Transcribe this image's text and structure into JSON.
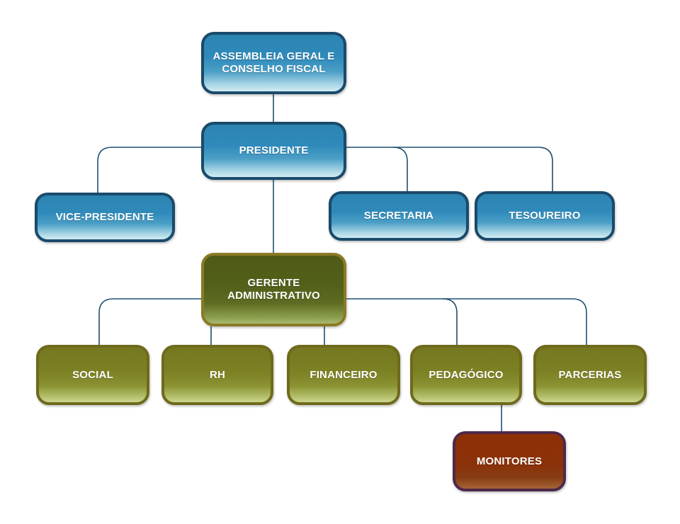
{
  "orgchart": {
    "assembleia": "ASSEMBLEIA GERAL E\nCONSELHO FISCAL",
    "presidente": "PRESIDENTE",
    "vice_presidente": "VICE-PRESIDENTE",
    "secretaria": "SECRETARIA",
    "tesoureiro": "TESOUREIRO",
    "gerente": "GERENTE\nADMINISTRATIVO",
    "social": "SOCIAL",
    "rh": "RH",
    "financeiro": "FINANCEIRO",
    "pedagogico": "PEDAGÓGICO",
    "parcerias": "PARCERIAS",
    "monitores": "MONITORES"
  },
  "colors": {
    "blue_box": "#2f8abb",
    "blue_border": "#1a4a6b",
    "olive_box": "#7c8124",
    "olive_border": "#6f6a1c",
    "dark_olive_box": "#52601a",
    "brown_box": "#8b3108",
    "brown_border": "#4e2a48",
    "connector": "#1f4f70"
  }
}
